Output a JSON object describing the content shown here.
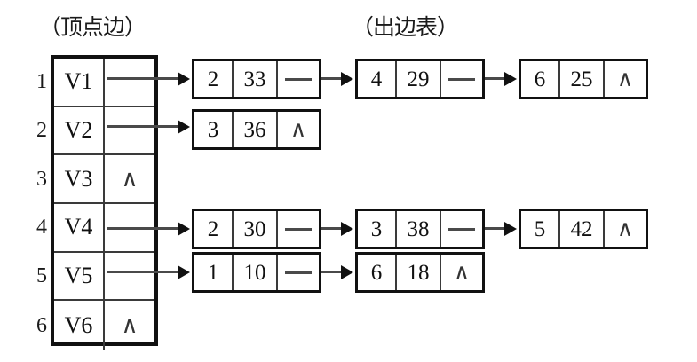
{
  "captions": {
    "vertex_table": "（顶点边）",
    "edge_table": "（出边表）"
  },
  "symbols": {
    "null": "∧"
  },
  "vertex_table": {
    "rows": [
      {
        "index": "1",
        "name": "V1",
        "pointer": ""
      },
      {
        "index": "2",
        "name": "V2",
        "pointer": ""
      },
      {
        "index": "3",
        "name": "V3",
        "pointer": "∧"
      },
      {
        "index": "4",
        "name": "V4",
        "pointer": ""
      },
      {
        "index": "5",
        "name": "V5",
        "pointer": ""
      },
      {
        "index": "6",
        "name": "V6",
        "pointer": "∧"
      }
    ]
  },
  "adjacency_lists": [
    {
      "from": "V1",
      "nodes": [
        {
          "vertex": "2",
          "weight": "33",
          "next": ""
        },
        {
          "vertex": "4",
          "weight": "29",
          "next": ""
        },
        {
          "vertex": "6",
          "weight": "25",
          "next": "∧"
        }
      ]
    },
    {
      "from": "V2",
      "nodes": [
        {
          "vertex": "3",
          "weight": "36",
          "next": "∧"
        }
      ]
    },
    {
      "from": "V3",
      "nodes": []
    },
    {
      "from": "V4",
      "nodes": [
        {
          "vertex": "2",
          "weight": "30",
          "next": ""
        },
        {
          "vertex": "3",
          "weight": "38",
          "next": ""
        },
        {
          "vertex": "5",
          "weight": "42",
          "next": "∧"
        }
      ]
    },
    {
      "from": "V5",
      "nodes": [
        {
          "vertex": "1",
          "weight": "10",
          "next": ""
        },
        {
          "vertex": "6",
          "weight": "18",
          "next": "∧"
        }
      ]
    },
    {
      "from": "V6",
      "nodes": []
    }
  ]
}
